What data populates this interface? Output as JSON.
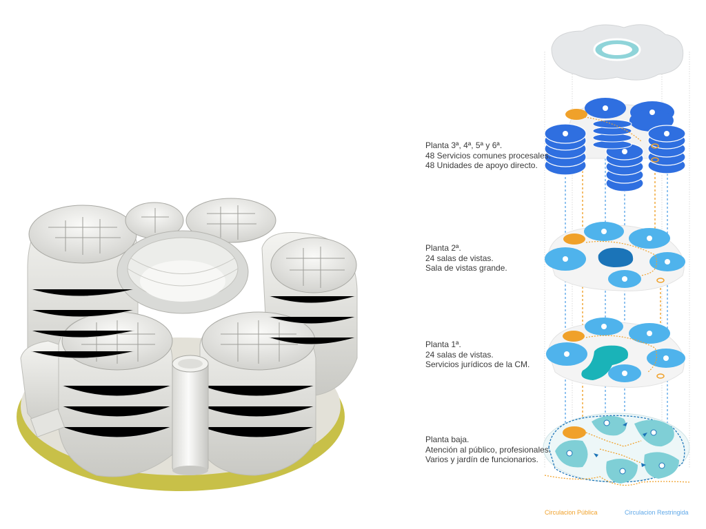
{
  "floors": [
    {
      "id": "planta-3-6",
      "lines": [
        "Planta 3ª, 4ª, 5ª y 6ª.",
        "48 Servicios comunes procesales.",
        "48 Unidades de apoyo directo."
      ]
    },
    {
      "id": "planta-2",
      "lines": [
        "Planta 2ª.",
        "24 salas de vistas.",
        "Sala de vistas grande."
      ]
    },
    {
      "id": "planta-1",
      "lines": [
        "Planta 1ª.",
        "24 salas de vistas.",
        "Servicios jurídicos de la CM."
      ]
    },
    {
      "id": "planta-baja",
      "lines": [
        "Planta baja.",
        "Atención al público, profesionales.",
        "Varios y jardín de funcionarios."
      ]
    }
  ],
  "legend": {
    "public": {
      "label": "Circulacion Pública",
      "color": "#f0a12a"
    },
    "restricted": {
      "label": "Circulacion Restringida",
      "color": "#5fa8e8"
    }
  },
  "colors": {
    "tower_blue": "#2f6fe0",
    "floor_light_blue": "#4fb3ec",
    "hall_dark_blue": "#1b74b8",
    "hall_teal": "#1ab3b8",
    "ground_teal": "#7fcfd6",
    "roof_grey": "#e6e8ea",
    "base_olive": "#c8c048",
    "building_white": "#efefec"
  },
  "icons": [
    "building-model",
    "roof-plan",
    "floor-plan",
    "circulation-arrows"
  ]
}
